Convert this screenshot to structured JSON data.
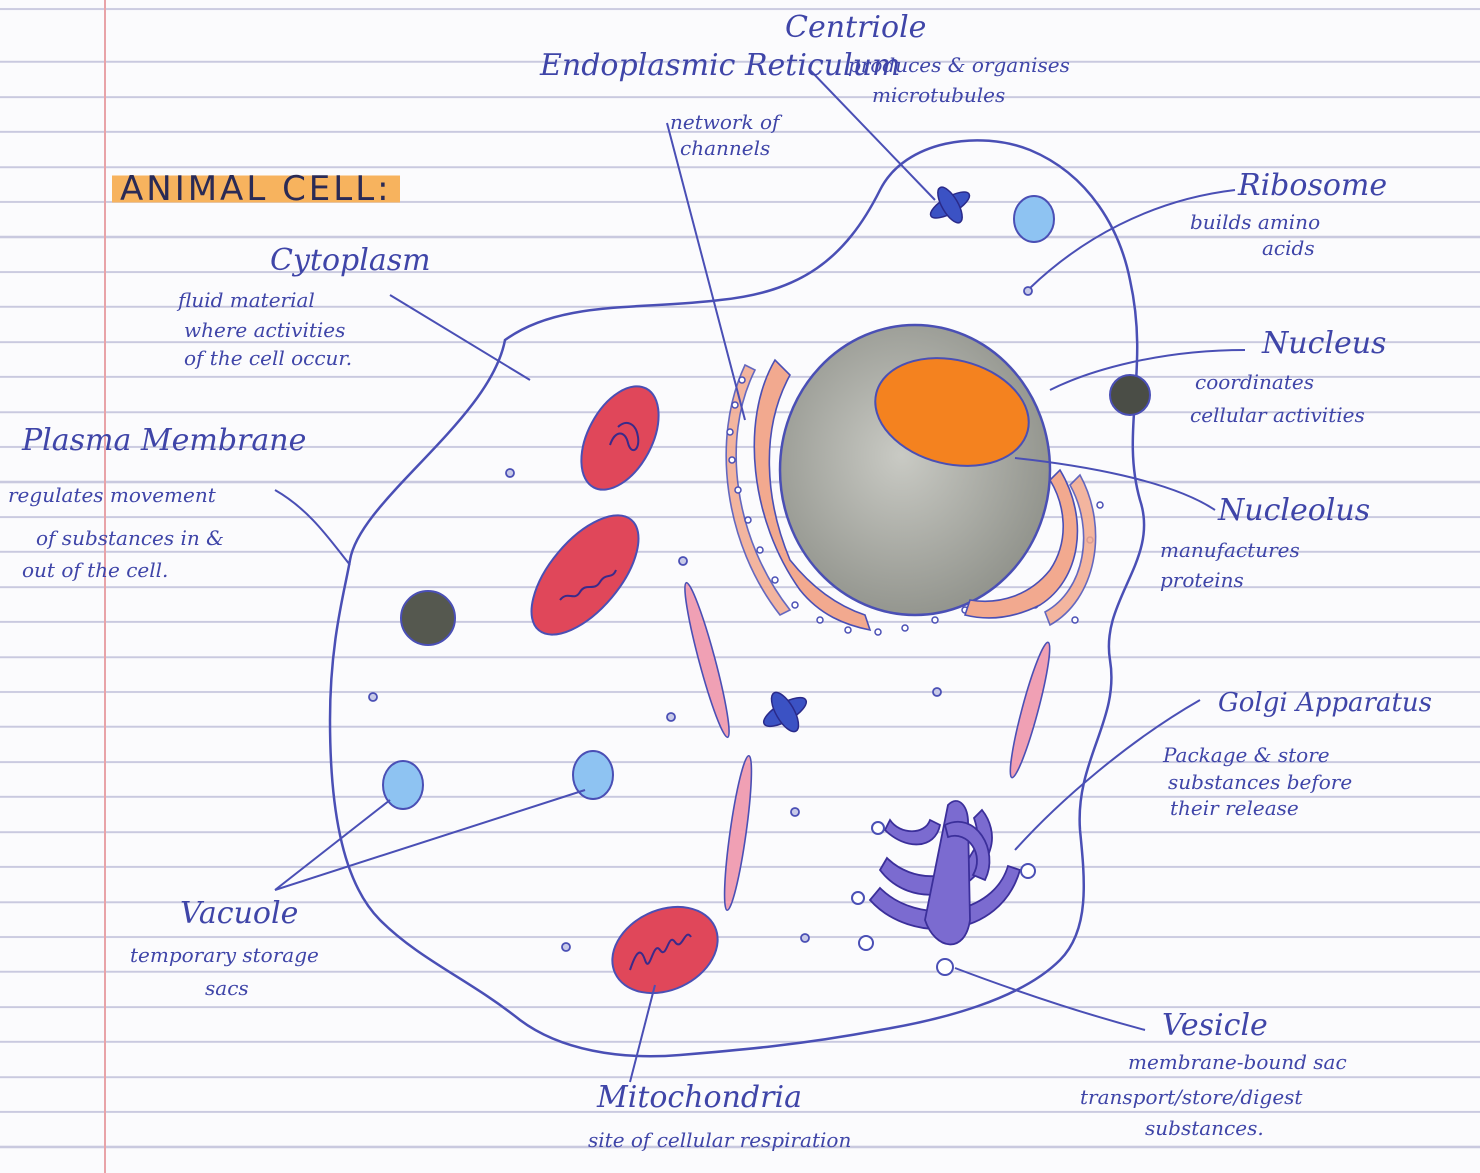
{
  "title": "ANIMAL CELL:",
  "labels": {
    "endoplasmic_reticulum": {
      "name": "Endoplasmic Reticulum",
      "desc": [
        "network of",
        "channels"
      ]
    },
    "centriole": {
      "name": "Centriole",
      "desc": [
        "produces & organises",
        "microtubules"
      ]
    },
    "ribosome": {
      "name": "Ribosome",
      "desc": [
        "builds amino",
        "acids"
      ]
    },
    "cytoplasm": {
      "name": "Cytoplasm",
      "desc": [
        "fluid material",
        "where activities",
        "of the cell occur."
      ]
    },
    "plasma_membrane": {
      "name": "Plasma Membrane",
      "desc": [
        "regulates movement",
        "of substances in &",
        "out of the cell."
      ]
    },
    "nucleus": {
      "name": "Nucleus",
      "desc": [
        "coordinates",
        "cellular activities"
      ]
    },
    "nucleolus": {
      "name": "Nucleolus",
      "desc": [
        "manufactures",
        "proteins"
      ]
    },
    "golgi": {
      "name": "Golgi Apparatus",
      "desc": [
        "Package & store",
        "substances before",
        "their release"
      ]
    },
    "vacuole": {
      "name": "Vacuole",
      "desc": [
        "temporary storage",
        "sacs"
      ]
    },
    "vesicle": {
      "name": "Vesicle",
      "desc": [
        "membrane-bound sac",
        "transport/store/digest",
        "substances."
      ]
    },
    "mitochondria": {
      "name": "Mitochondria",
      "desc": [
        "site of cellular respiration"
      ]
    }
  },
  "colors": {
    "ink": "#4a4fb5",
    "nucleus": "#9a9c94",
    "nucleolus": "#f4821f",
    "mitochondria": "#e0475a",
    "er": "#f2a98f",
    "golgi": "#7b6bd0",
    "vacuole": "#8ec3f2",
    "highlight": "#f7b35e"
  }
}
